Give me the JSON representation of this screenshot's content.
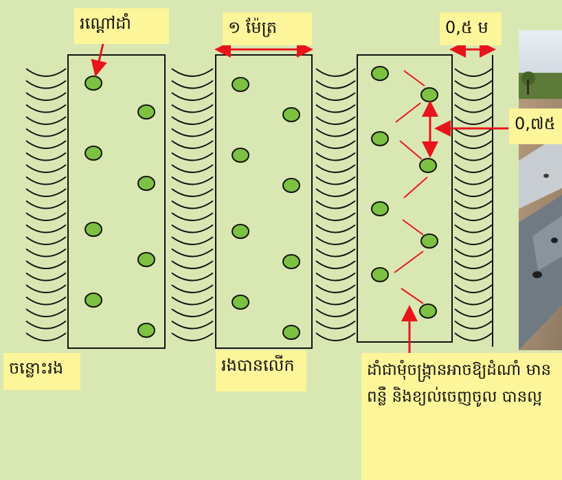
{
  "labels": {
    "planting_hole": "រណ្តៅដាំ",
    "bed_width": "១ ម៉ែត្រ",
    "gap_width": "0,៥ ម",
    "row_spacing": "0,៧៥",
    "furrow": "ចន្លោះរង",
    "raised_bed": "រងបានលើក",
    "zigzag_note": "ដាំជាមុំចង្ក្រានអាចឱ្យដំណាំ មានពន្លឺ និងខ្យល់ចេញចូល បានល្អ"
  },
  "colors": {
    "background": "#d9e7b3",
    "label_fill": "#fdf59a",
    "arrow": "#e8141c",
    "plant_fill": "#7cc142",
    "line": "#111111"
  },
  "icons": {
    "field_photo": "plastic-mulch-field-photo"
  }
}
